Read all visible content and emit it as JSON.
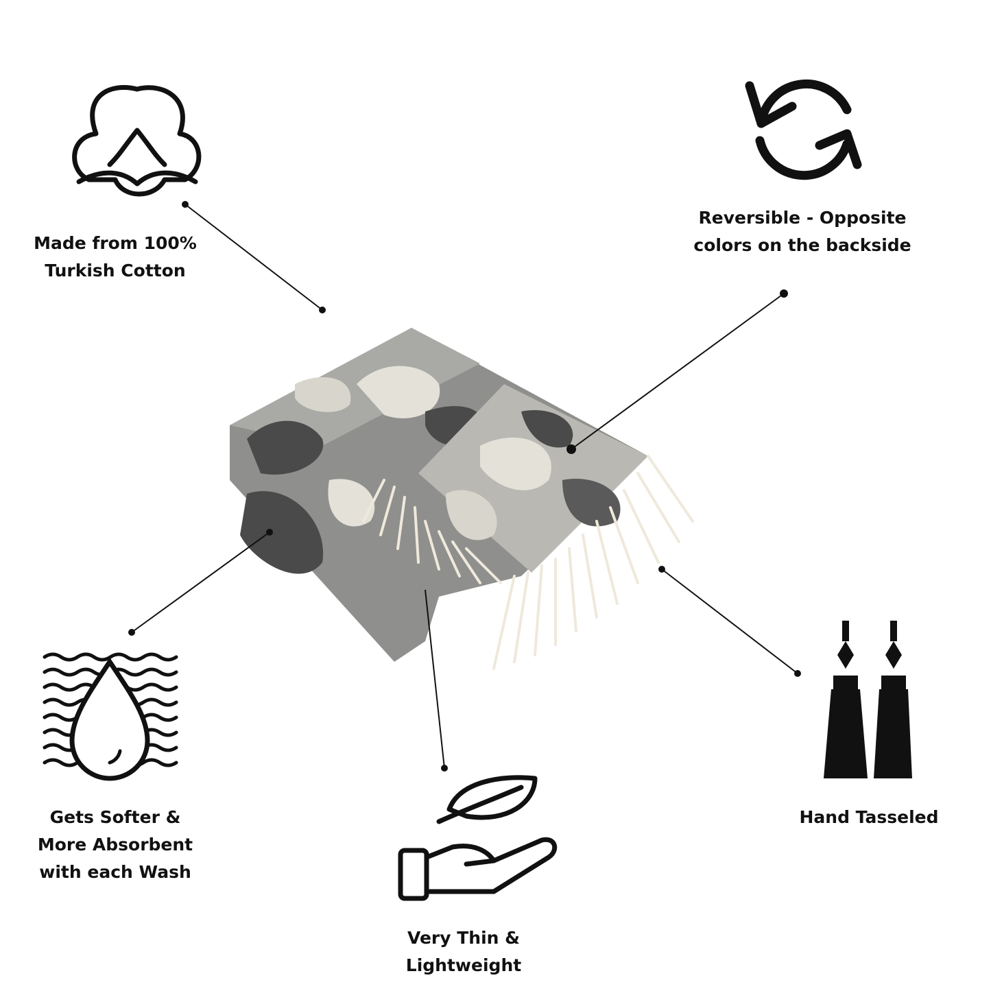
{
  "features": [
    {
      "id": "cotton",
      "icon": "cotton-flower-icon",
      "lines": [
        "Made from 100%",
        "Turkish Cotton"
      ]
    },
    {
      "id": "reversible",
      "icon": "refresh-arrows-icon",
      "lines": [
        "Reversible - Opposite",
        "colors on the backside"
      ]
    },
    {
      "id": "absorbent",
      "icon": "water-drop-waves-icon",
      "lines": [
        "Gets Softer &",
        "More Absorbent",
        "with each Wash"
      ]
    },
    {
      "id": "lightweight",
      "icon": "leaf-hand-icon",
      "lines": [
        "Very Thin &",
        "Lightweight"
      ]
    },
    {
      "id": "tassel",
      "icon": "tassels-icon",
      "lines": [
        "Hand Tasseled"
      ]
    }
  ],
  "colors": {
    "ink": "#111111",
    "towel_dark": "#4a4a4a",
    "towel_mid": "#9a9a98",
    "towel_light": "#e4e1d8",
    "fringe": "#efe9dc"
  }
}
